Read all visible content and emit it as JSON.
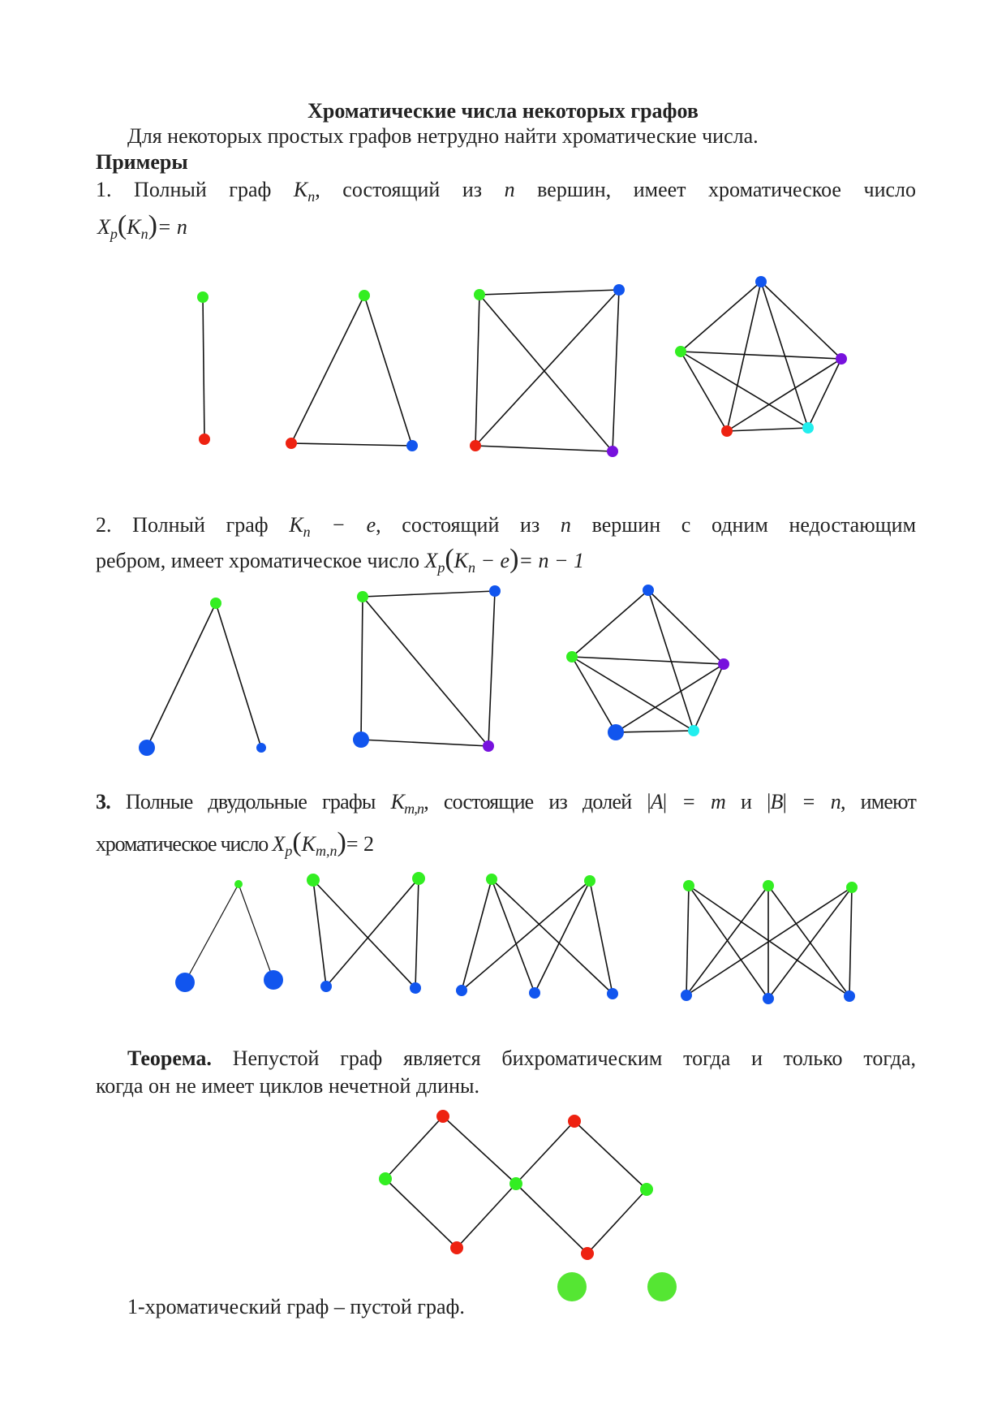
{
  "title": "Хроматические числа некоторых графов",
  "intro": "Для некоторых простых графов нетрудно найти хроматические числа.",
  "examples_heading": "Примеры",
  "ex1": {
    "p1": "1. Полный граф",
    "g1": "K",
    "s1": "n",
    "p2": ", состоящий из",
    "n": "n",
    "p3": "вершин, имеет хроматическое число",
    "f_x": "X",
    "f_p": "p",
    "f_k": "K",
    "f_n": "n",
    "f_eq": "= n"
  },
  "ex2": {
    "p1": "2. Полный граф",
    "g1": "K",
    "s1": "n",
    "g1_rest": "− e",
    "p2": ", состоящий из",
    "n": "n",
    "p3": "вершин с одним недостающим",
    "line2": "ребром, имеет хроматическое число",
    "f_x": "X",
    "f_p": "p",
    "f_k": "K",
    "f_n": "n",
    "f_rest": "− e",
    "f_eq": "= n − 1"
  },
  "ex3": {
    "num": "3.",
    "p1": "Полные двудольные графы",
    "g1": "K",
    "s1": "m,n",
    "p2": ", состоящие из долей",
    "a_expr": "A",
    "a_eq": "= m",
    "and": "и",
    "b_expr": "B",
    "b_eq": "= n",
    "p3": ", имеют",
    "line2": "хроматическое число",
    "f_x": "X",
    "f_p": "p",
    "f_k": "K",
    "f_mn": "m,n",
    "f_eq": "= 2"
  },
  "theorem": {
    "label": "Теорема.",
    "line1": "Непустой граф является бихроматическим тогда и только тогда,",
    "line2": "когда он не имеет циклов нечетной длины."
  },
  "empty_graph": "1-хроматический граф – пустой граф.",
  "colors": {
    "green": "#33ee22",
    "red": "#ee2211",
    "blue": "#1155ee",
    "purple": "#7711dd",
    "cyan": "#22eeee",
    "empty_green": "#55e633"
  }
}
